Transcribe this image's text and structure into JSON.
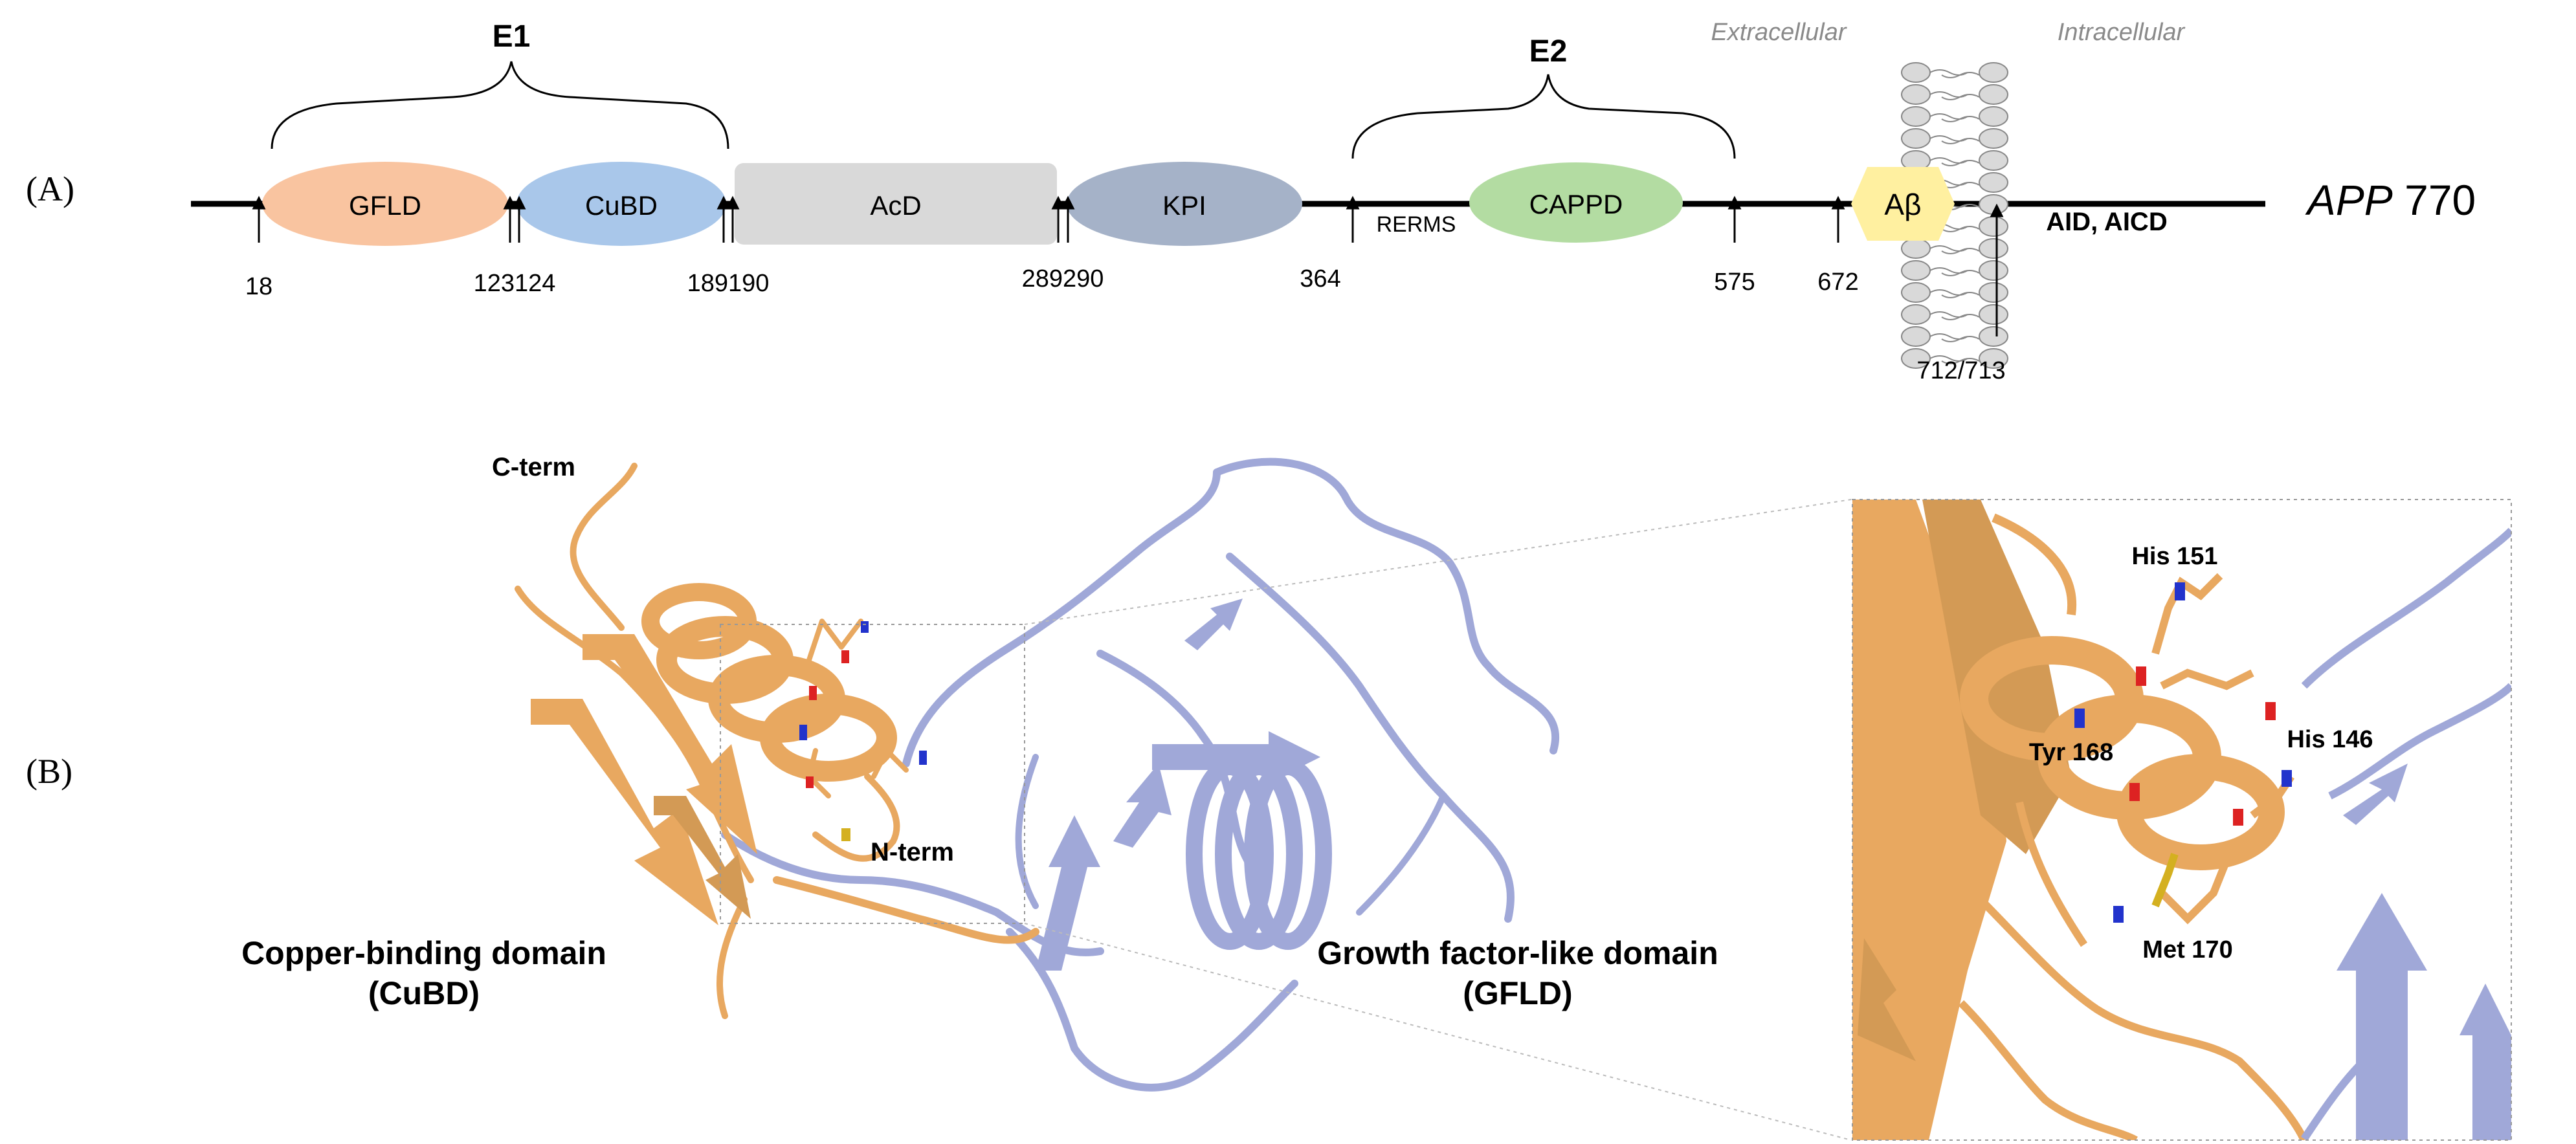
{
  "panel_a": {
    "label": "(A)",
    "bracket_e1": "E1",
    "bracket_e2": "E2",
    "extracellular": "Extracellular",
    "intracellular": "Intracellular",
    "protein_italic": "APP",
    "protein_num": " 770",
    "domains": {
      "gfld": "GFLD",
      "cubd": "CuBD",
      "acd": "AcD",
      "kpi": "KPI",
      "rerms": "RERMS",
      "cappd": "CAPPD",
      "abeta": "Aβ",
      "aid": "AID, AICD"
    },
    "positions": {
      "p18": "18",
      "p123": "123124",
      "p189": "189190",
      "p289": "289290",
      "p364": "364",
      "p575": "575",
      "p672": "672",
      "p712": "712/713"
    },
    "colors": {
      "gfld": "#f9c4a0",
      "cubd": "#a9c7ea",
      "acd": "#d9d9d9",
      "kpi": "#a5b2c8",
      "cappd": "#b3dca2",
      "abeta": "#fff0a0",
      "membrane": "#d9d9d9"
    }
  },
  "panel_b": {
    "label": "(B)",
    "c_term": "C-term",
    "n_term": "N-term",
    "cubd_name": "Copper-binding domain",
    "cubd_abbr": "(CuBD)",
    "gfld_name": "Growth factor-like domain",
    "gfld_abbr": "(GFLD)",
    "his151": "His 151",
    "his146": "His 146",
    "tyr168": "Tyr 168",
    "met170": "Met 170",
    "colors": {
      "cubd_ribbon": "#e8a860",
      "gfld_ribbon": "#a0a8d8",
      "nitrogen": "#2233cc",
      "oxygen": "#dd2222",
      "sulfur": "#d4b020"
    }
  }
}
